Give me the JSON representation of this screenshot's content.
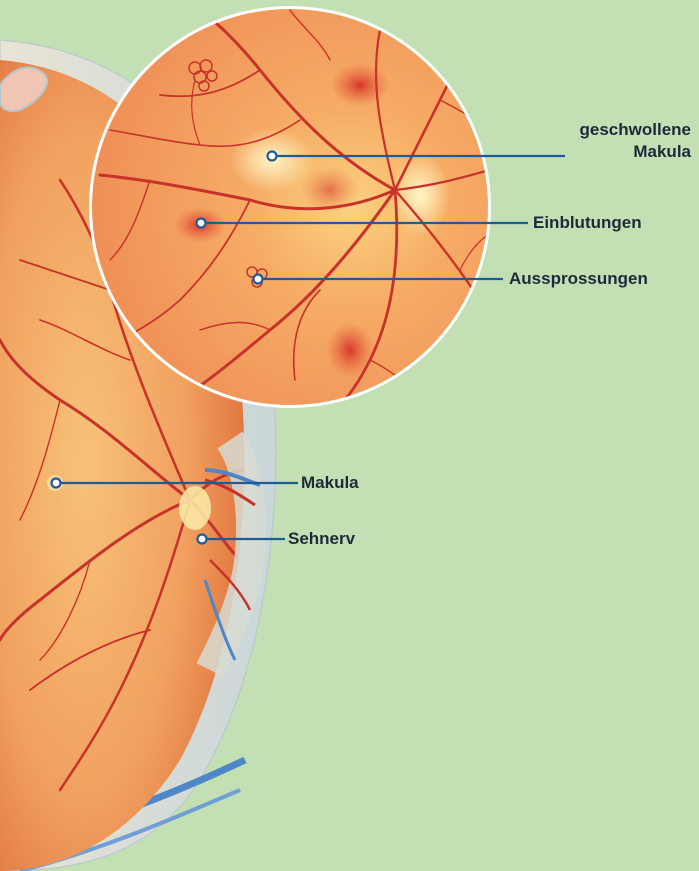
{
  "colors": {
    "background": "#c3e0b5",
    "leader_line": "#1d5c9a",
    "label_text": "#1e2a3a",
    "vessel": "#c8322a",
    "retina": "#f3a56a",
    "sclera_blue": "#4f86c6"
  },
  "labels": {
    "swollen_macula_line1": "geschwollene",
    "swollen_macula_line2": "Makula",
    "hemorrhages": "Einblutungen",
    "sprouts": "Aussprossungen",
    "macula": "Makula",
    "optic_nerve": "Sehnerv"
  }
}
